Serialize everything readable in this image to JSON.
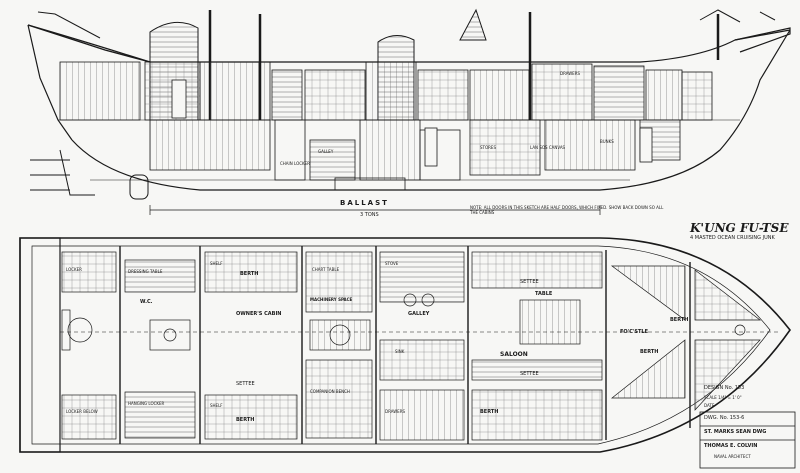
{
  "title": "K'UNG FU-TSE",
  "subtitle": "4 MASTED OCEAN CRUISING JUNK",
  "profile": {
    "ballast": "BALLAST",
    "ballast_weight": "3 TONS",
    "note": "NOTE: ALL DOORS IN THIS SKETCH ARE HALF DOORS, WHICH FIXED. SHOW BACK DOWN SO ALL THE CABINS",
    "labels": {
      "deck_house": "CHAIN LOCKER",
      "hold": "GALLEY",
      "stores": "STORES",
      "fuel": "DRAWERS",
      "cabin": "LAN SOS CANVAS",
      "w_c": "BUNKS"
    }
  },
  "plan": {
    "rooms": {
      "berth_1": "BERTH",
      "owners_cabin": "OWNER'S CABIN",
      "wc": "W.C.",
      "engine": "MACHINERY SPACE",
      "galley": "GALLEY",
      "saloon": "SALOON",
      "table": "TABLE",
      "settee_1": "SETTEE",
      "settee_2": "SETTEE",
      "settee_3": "SETTEE",
      "berth_2": "BERTH",
      "berth_3": "BERTH",
      "berth_4": "BERTH",
      "berth_5": "BERTH",
      "fo_castle": "FO'C'STLE",
      "chart": "CHART TABLE",
      "companion": "COMPANION BENCH",
      "dressing": "DRESSING TABLE",
      "hanging": "HANGING LOCKER",
      "stove": "STOVE",
      "lockers": "LOCKER",
      "sink": "SINK",
      "shelf_1": "SHELF",
      "shelf_2": "SHELF",
      "drawers": "DRAWERS",
      "locker_below": "LOCKER BELOW"
    }
  },
  "title_block": {
    "design_no": "DESIGN No. 153",
    "scale": "SCALE 1/4\" = 1' 0\"",
    "date": "DATE",
    "drawn": "DWG. No. 153-6",
    "firm": "ST. MARKS SEAN DWG",
    "architect": "THOMAS E. COLVIN",
    "role": "NAVAL ARCHITECT"
  }
}
